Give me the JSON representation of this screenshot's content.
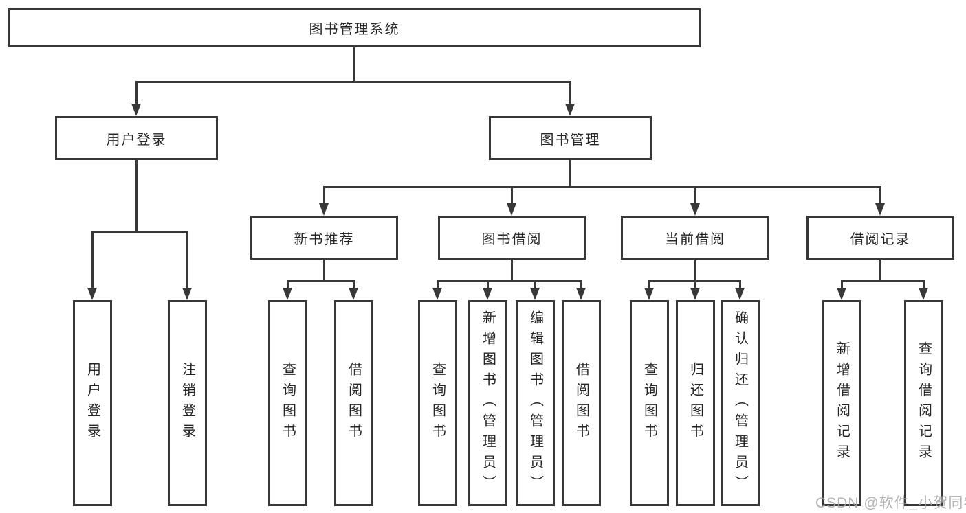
{
  "tree": {
    "label": "图书管理系统",
    "children": [
      {
        "label": "用户登录",
        "children": [
          {
            "label": "用户登录"
          },
          {
            "label": "注销登录"
          }
        ]
      },
      {
        "label": "图书管理",
        "children": [
          {
            "label": "新书推荐",
            "children": [
              {
                "label": "查询图书"
              },
              {
                "label": "借阅图书"
              }
            ]
          },
          {
            "label": "图书借阅",
            "children": [
              {
                "label": "查询图书"
              },
              {
                "label": "新增图书（管理员）"
              },
              {
                "label": "编辑图书（管理员）"
              },
              {
                "label": "借阅图书"
              }
            ]
          },
          {
            "label": "当前借阅",
            "children": [
              {
                "label": "查询图书"
              },
              {
                "label": "归还图书"
              },
              {
                "label": "确认归还（管理员）"
              }
            ]
          },
          {
            "label": "借阅记录",
            "children": [
              {
                "label": "新增借阅记录"
              },
              {
                "label": "查询借阅记录"
              }
            ]
          }
        ]
      }
    ]
  },
  "watermark": {
    "text": "CSDN @软件_小贺同学"
  },
  "colors": {
    "line": "#383838",
    "text": "#262626",
    "watermark": "#ababab",
    "background": "#ffffff"
  }
}
